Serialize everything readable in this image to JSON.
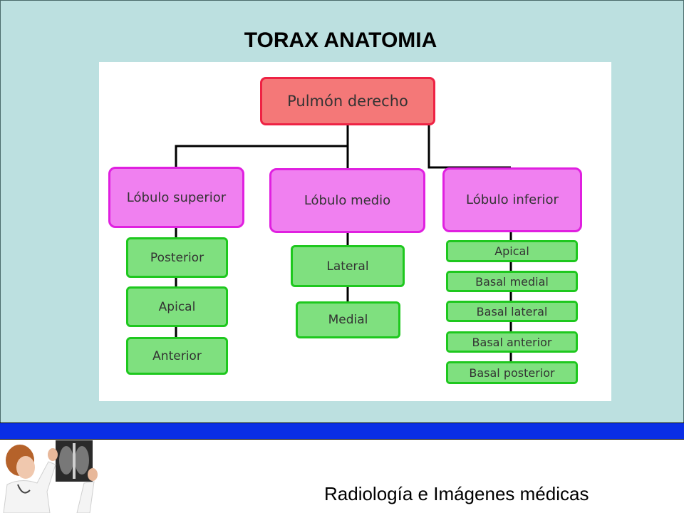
{
  "slide": {
    "title": "TORAX ANATOMIA",
    "footer": "Radiología  e Imágenes médicas"
  },
  "diagram": {
    "root": "Pulmón derecho",
    "lobes": [
      {
        "label": "Lóbulo superior",
        "segments": [
          "Posterior",
          "Apical",
          "Anterior"
        ]
      },
      {
        "label": "Lóbulo medio",
        "segments": [
          "Lateral",
          "Medial"
        ]
      },
      {
        "label": "Lóbulo inferior",
        "segments": [
          "Apical",
          "Basal medial",
          "Basal lateral",
          "Basal anterior",
          "Basal posterior"
        ]
      }
    ]
  },
  "colors": {
    "background": "#bce0e0",
    "root_fill": "#f47878",
    "lobe_fill": "#f080f0",
    "segment_fill": "#7fe07f",
    "bar": "#0a2ee6"
  }
}
